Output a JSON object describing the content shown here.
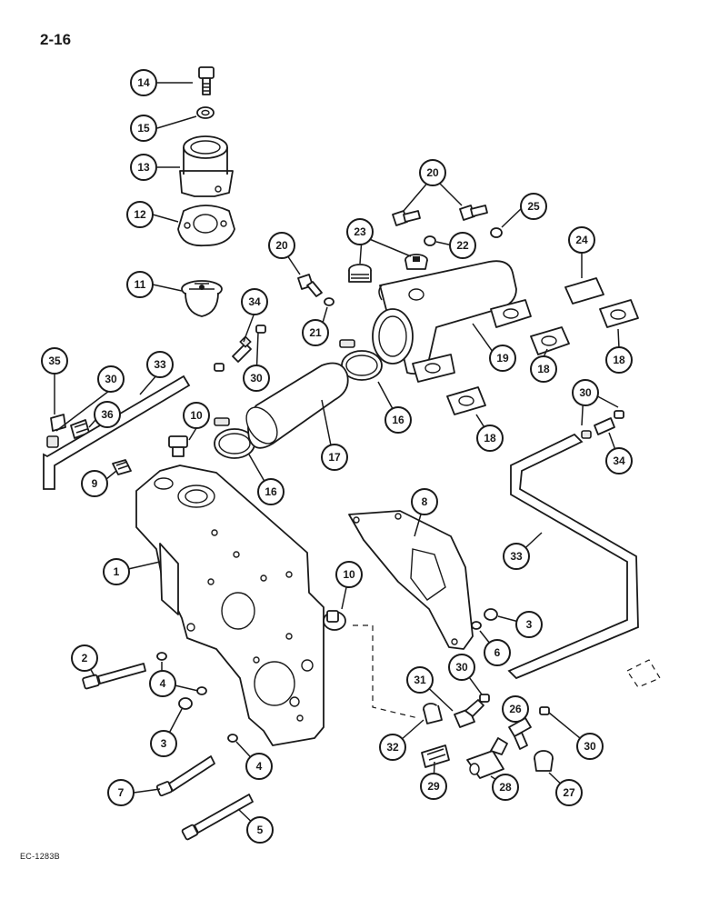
{
  "page": {
    "number": "2-16",
    "code": "EC-1283B"
  },
  "callouts": [
    {
      "id": "c14",
      "label": "14"
    },
    {
      "id": "c15",
      "label": "15"
    },
    {
      "id": "c13",
      "label": "13"
    },
    {
      "id": "c12",
      "label": "12"
    },
    {
      "id": "c11",
      "label": "11"
    },
    {
      "id": "c20a",
      "label": "20"
    },
    {
      "id": "c25",
      "label": "25"
    },
    {
      "id": "c23",
      "label": "23"
    },
    {
      "id": "c22",
      "label": "22"
    },
    {
      "id": "c20b",
      "label": "20"
    },
    {
      "id": "c24",
      "label": "24"
    },
    {
      "id": "c34a",
      "label": "34"
    },
    {
      "id": "c21",
      "label": "21"
    },
    {
      "id": "c19",
      "label": "19"
    },
    {
      "id": "c18a",
      "label": "18"
    },
    {
      "id": "c18b",
      "label": "18"
    },
    {
      "id": "c35",
      "label": "35"
    },
    {
      "id": "c30a",
      "label": "30"
    },
    {
      "id": "c33a",
      "label": "33"
    },
    {
      "id": "c30b",
      "label": "30"
    },
    {
      "id": "c36",
      "label": "36"
    },
    {
      "id": "c16a",
      "label": "16"
    },
    {
      "id": "c10a",
      "label": "10"
    },
    {
      "id": "c17",
      "label": "17"
    },
    {
      "id": "c18c",
      "label": "18"
    },
    {
      "id": "c30c",
      "label": "30"
    },
    {
      "id": "c34b",
      "label": "34"
    },
    {
      "id": "c9",
      "label": "9"
    },
    {
      "id": "c16b",
      "label": "16"
    },
    {
      "id": "c8",
      "label": "8"
    },
    {
      "id": "c33b",
      "label": "33"
    },
    {
      "id": "c1",
      "label": "1"
    },
    {
      "id": "c10b",
      "label": "10"
    },
    {
      "id": "c3a",
      "label": "3"
    },
    {
      "id": "c6",
      "label": "6"
    },
    {
      "id": "c2",
      "label": "2"
    },
    {
      "id": "c4a",
      "label": "4"
    },
    {
      "id": "c30d",
      "label": "30"
    },
    {
      "id": "c31",
      "label": "31"
    },
    {
      "id": "c26",
      "label": "26"
    },
    {
      "id": "c3b",
      "label": "3"
    },
    {
      "id": "c32",
      "label": "32"
    },
    {
      "id": "c30e",
      "label": "30"
    },
    {
      "id": "c4b",
      "label": "4"
    },
    {
      "id": "c7",
      "label": "7"
    },
    {
      "id": "c29",
      "label": "29"
    },
    {
      "id": "c28",
      "label": "28"
    },
    {
      "id": "c27",
      "label": "27"
    },
    {
      "id": "c5",
      "label": "5"
    }
  ]
}
